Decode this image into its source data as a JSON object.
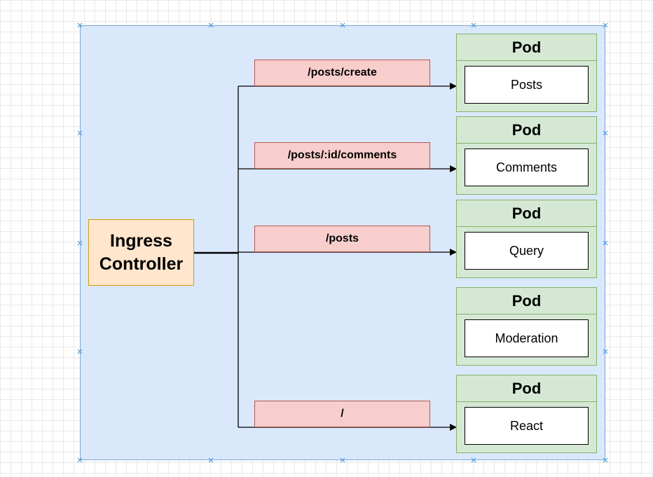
{
  "ingress": {
    "label_line1": "Ingress",
    "label_line2": "Controller"
  },
  "routes": [
    {
      "path": "/posts/create"
    },
    {
      "path": "/posts/:id/comments"
    },
    {
      "path": "/posts"
    },
    {
      "path": "/"
    }
  ],
  "pods": [
    {
      "title": "Pod",
      "service": "Posts"
    },
    {
      "title": "Pod",
      "service": "Comments"
    },
    {
      "title": "Pod",
      "service": "Query"
    },
    {
      "title": "Pod",
      "service": "Moderation"
    },
    {
      "title": "Pod",
      "service": "React"
    }
  ],
  "colors": {
    "container_fill": "#dae8fc",
    "ingress_fill": "#ffe6cc",
    "route_fill": "#f8cecc",
    "pod_fill": "#d5e8d4"
  }
}
